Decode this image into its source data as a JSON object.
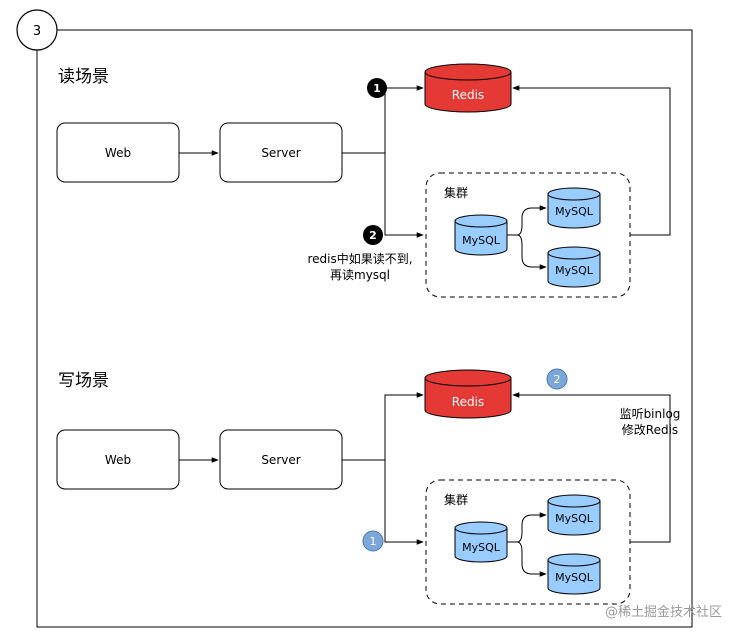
{
  "step_badge": "3",
  "read": {
    "title": "读场景",
    "web": "Web",
    "server": "Server",
    "redis": "Redis",
    "cluster_title": "集群",
    "mysql_main": "MySQL",
    "mysql_r1": "MySQL",
    "mysql_r2": "MySQL",
    "marker1": "1",
    "marker2": "2",
    "note_line1": "redis中如果读不到,",
    "note_line2": "再读mysql"
  },
  "write": {
    "title": "写场景",
    "web": "Web",
    "server": "Server",
    "redis": "Redis",
    "cluster_title": "集群",
    "mysql_main": "MySQL",
    "mysql_r1": "MySQL",
    "mysql_r2": "MySQL",
    "marker1": "1",
    "marker2": "2",
    "note_line1": "监听binlog",
    "note_line2": "修改Redis"
  },
  "watermark": "@稀土掘金技术社区",
  "colors": {
    "redis": "#e53935",
    "mysql": "#99ccff",
    "marker_dark": "#000000",
    "marker_blue": "#7da7d9"
  }
}
